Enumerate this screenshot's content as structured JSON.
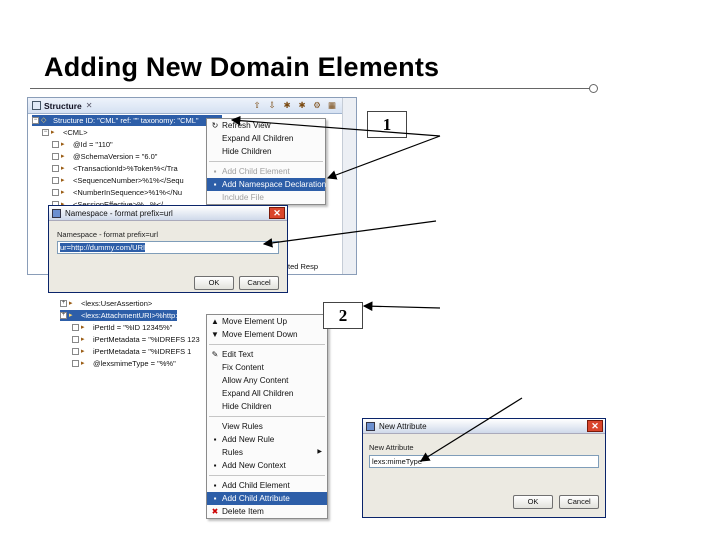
{
  "slide": {
    "title": "Adding New Domain Elements"
  },
  "structure_view": {
    "tab_label": "Structure",
    "toolbar_glyphs": [
      "⇧",
      "⇩",
      "✱",
      "✱",
      "⚙",
      "▦",
      "▤"
    ],
    "tree_rows": [
      {
        "text": "Structure ID: \"CML\" ref: \"\" taxonomy: \"CML\"",
        "selected": true
      },
      {
        "text": "<CML>"
      },
      {
        "text": "@Id = \"110\""
      },
      {
        "text": "@SchemaVersion = \"6.0\""
      },
      {
        "text": "<TransactionId>%Token%</Tra"
      },
      {
        "text": "<SequenceNumber>%1%</Sequ"
      },
      {
        "text": "<NumberInSequence>%1%</Nu"
      },
      {
        "text": "<SessionEffective>%...%</"
      }
    ],
    "partial_text": "ted Resp",
    "lower_rows": [
      {
        "text": "<lexs:UserAssertion>"
      },
      {
        "text": "<lexs:AttachmentURI>%http:",
        "selected": true
      },
      {
        "text": "iPertId = \"%ID 12345%\""
      },
      {
        "text": "iPertMetadata = \"%IDREFS 123"
      },
      {
        "text": "iPertMetadata = \"%IDREFS 1"
      },
      {
        "text": "@lexsmimeType = \"%%\""
      }
    ]
  },
  "context_menu_1": {
    "items": [
      {
        "label": "Refresh View",
        "icon": "refresh-icon"
      },
      {
        "label": "Expand All Children"
      },
      {
        "label": "Hide Children"
      },
      {
        "sep": true
      },
      {
        "label": "Add Child Element",
        "disabled": true,
        "icon": "element-icon"
      },
      {
        "label": "Add Namespace Declaration",
        "highlighted": true,
        "icon": "namespace-icon"
      },
      {
        "label": "Include File",
        "disabled": true
      }
    ]
  },
  "namespace_dialog": {
    "title": "Namespace - format prefix=url",
    "label": "Namespace - format prefix=url",
    "value": "ur=http://dummy.com/URI",
    "ok_label": "OK",
    "cancel_label": "Cancel"
  },
  "context_menu_2": {
    "items": [
      {
        "label": "Move Element Up",
        "icon": "up-icon"
      },
      {
        "label": "Move Element Down",
        "icon": "down-icon"
      },
      {
        "sep": true
      },
      {
        "label": "Edit Text",
        "icon": "edit-icon"
      },
      {
        "label": "Fix Content"
      },
      {
        "label": "Allow Any Content"
      },
      {
        "label": "Expand All Children"
      },
      {
        "label": "Hide Children"
      },
      {
        "sep": true
      },
      {
        "label": "View Rules"
      },
      {
        "label": "Add New Rule",
        "icon": "rule-icon"
      },
      {
        "label": "Rules",
        "submenu": true
      },
      {
        "label": "Add New Context",
        "icon": "context-icon"
      },
      {
        "sep": true
      },
      {
        "label": "Add Child Element",
        "icon": "element-icon"
      },
      {
        "label": "Add Child Attribute",
        "highlighted": true,
        "icon": "attribute-icon"
      },
      {
        "label": "Delete Item",
        "icon": "delete-icon"
      }
    ]
  },
  "attribute_dialog": {
    "title": "New Attribute",
    "label": "New Attribute",
    "value": "lexs:mimeType",
    "ok_label": "OK",
    "cancel_label": "Cancel"
  },
  "callouts": {
    "one": "1",
    "two": "2"
  },
  "colors": {
    "selection": "#2d5ea8",
    "dialog_bg": "#eceae2",
    "arrow": "#000000"
  }
}
